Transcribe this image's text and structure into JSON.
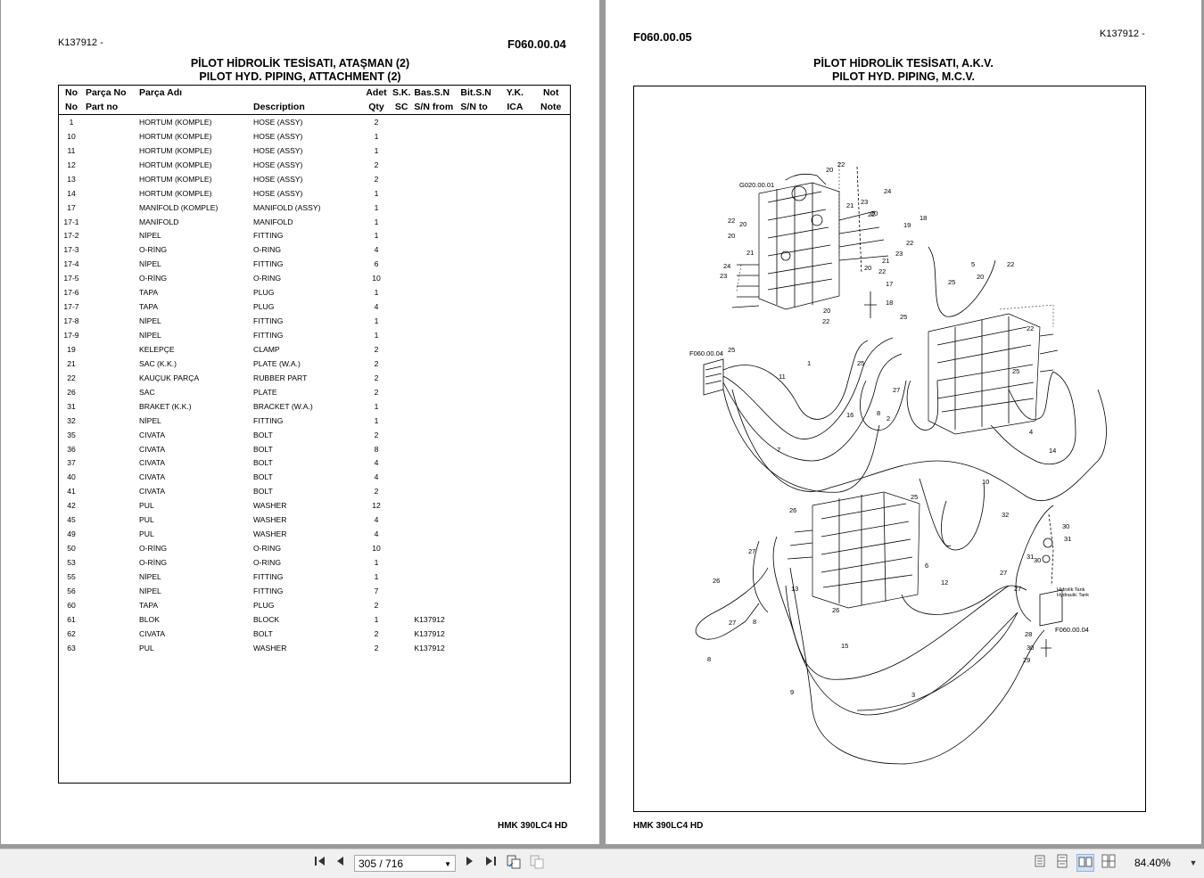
{
  "left_page": {
    "doc_ref": "K137912 -",
    "page_code": "F060.00.04",
    "title_tr": "PİLOT HİDROLİK TESİSATI, ATAŞMAN (2)",
    "title_en": "PILOT HYD. PIPING, ATTACHMENT (2)",
    "columns_tr": [
      "No",
      "Parça No",
      "Parça Adı",
      "",
      "Adet",
      "S.K.",
      "Bas.S.N",
      "Bit.S.N",
      "Y.K.",
      "Not"
    ],
    "columns_en": [
      "No",
      "Part no",
      "",
      "Description",
      "Qty",
      "SC",
      "S/N from",
      "S/N to",
      "ICA",
      "Note"
    ],
    "rows": [
      {
        "no": "1",
        "name": "HORTUM (KOMPLE)",
        "desc": "HOSE (ASSY)",
        "qty": "2",
        "from": ""
      },
      {
        "no": "10",
        "name": "HORTUM (KOMPLE)",
        "desc": "HOSE (ASSY)",
        "qty": "1",
        "from": ""
      },
      {
        "no": "11",
        "name": "HORTUM (KOMPLE)",
        "desc": "HOSE (ASSY)",
        "qty": "1",
        "from": ""
      },
      {
        "no": "12",
        "name": "HORTUM (KOMPLE)",
        "desc": "HOSE (ASSY)",
        "qty": "2",
        "from": ""
      },
      {
        "no": "13",
        "name": "HORTUM (KOMPLE)",
        "desc": "HOSE (ASSY)",
        "qty": "2",
        "from": ""
      },
      {
        "no": "14",
        "name": "HORTUM (KOMPLE)",
        "desc": "HOSE (ASSY)",
        "qty": "1",
        "from": ""
      },
      {
        "no": "17",
        "name": "MANİFOLD (KOMPLE)",
        "desc": "MANIFOLD (ASSY)",
        "qty": "1",
        "from": ""
      },
      {
        "no": "17-1",
        "name": "MANİFOLD",
        "desc": "MANIFOLD",
        "qty": "1",
        "from": ""
      },
      {
        "no": "17-2",
        "name": "NİPEL",
        "desc": "FITTING",
        "qty": "1",
        "from": ""
      },
      {
        "no": "17-3",
        "name": "O-RİNG",
        "desc": "O-RING",
        "qty": "4",
        "from": ""
      },
      {
        "no": "17-4",
        "name": "NİPEL",
        "desc": "FITTING",
        "qty": "6",
        "from": ""
      },
      {
        "no": "17-5",
        "name": "O-RİNG",
        "desc": "O-RING",
        "qty": "10",
        "from": ""
      },
      {
        "no": "17-6",
        "name": "TAPA",
        "desc": "PLUG",
        "qty": "1",
        "from": ""
      },
      {
        "no": "17-7",
        "name": "TAPA",
        "desc": "PLUG",
        "qty": "4",
        "from": ""
      },
      {
        "no": "17-8",
        "name": "NİPEL",
        "desc": "FITTING",
        "qty": "1",
        "from": ""
      },
      {
        "no": "17-9",
        "name": "NİPEL",
        "desc": "FITTING",
        "qty": "1",
        "from": ""
      },
      {
        "no": "19",
        "name": "KELEPÇE",
        "desc": "CLAMP",
        "qty": "2",
        "from": ""
      },
      {
        "no": "21",
        "name": "SAC (K.K.)",
        "desc": "PLATE (W.A.)",
        "qty": "2",
        "from": ""
      },
      {
        "no": "22",
        "name": "KAUÇUK PARÇA",
        "desc": "RUBBER PART",
        "qty": "2",
        "from": ""
      },
      {
        "no": "26",
        "name": "SAC",
        "desc": "PLATE",
        "qty": "2",
        "from": ""
      },
      {
        "no": "31",
        "name": "BRAKET (K.K.)",
        "desc": "BRACKET (W.A.)",
        "qty": "1",
        "from": ""
      },
      {
        "no": "32",
        "name": "NİPEL",
        "desc": "FITTING",
        "qty": "1",
        "from": ""
      },
      {
        "no": "35",
        "name": "CIVATA",
        "desc": "BOLT",
        "qty": "2",
        "from": ""
      },
      {
        "no": "36",
        "name": "CIVATA",
        "desc": "BOLT",
        "qty": "8",
        "from": ""
      },
      {
        "no": "37",
        "name": "CIVATA",
        "desc": "BOLT",
        "qty": "4",
        "from": ""
      },
      {
        "no": "40",
        "name": "CIVATA",
        "desc": "BOLT",
        "qty": "4",
        "from": ""
      },
      {
        "no": "41",
        "name": "CIVATA",
        "desc": "BOLT",
        "qty": "2",
        "from": ""
      },
      {
        "no": "42",
        "name": "PUL",
        "desc": "WASHER",
        "qty": "12",
        "from": ""
      },
      {
        "no": "45",
        "name": "PUL",
        "desc": "WASHER",
        "qty": "4",
        "from": ""
      },
      {
        "no": "49",
        "name": "PUL",
        "desc": "WASHER",
        "qty": "4",
        "from": ""
      },
      {
        "no": "50",
        "name": "O-RİNG",
        "desc": "O-RING",
        "qty": "10",
        "from": ""
      },
      {
        "no": "53",
        "name": "O-RİNG",
        "desc": "O-RING",
        "qty": "1",
        "from": ""
      },
      {
        "no": "55",
        "name": "NİPEL",
        "desc": "FITTING",
        "qty": "1",
        "from": ""
      },
      {
        "no": "56",
        "name": "NİPEL",
        "desc": "FITTING",
        "qty": "7",
        "from": ""
      },
      {
        "no": "60",
        "name": "TAPA",
        "desc": "PLUG",
        "qty": "2",
        "from": ""
      },
      {
        "no": "61",
        "name": "BLOK",
        "desc": "BLOCK",
        "qty": "1",
        "from": "K137912"
      },
      {
        "no": "62",
        "name": "CIVATA",
        "desc": "BOLT",
        "qty": "2",
        "from": "K137912"
      },
      {
        "no": "63",
        "name": "PUL",
        "desc": "WASHER",
        "qty": "2",
        "from": "K137912"
      }
    ],
    "footer": "HMK 390LC4 HD"
  },
  "right_page": {
    "page_code": "F060.00.05",
    "doc_ref": "K137912 -",
    "title_tr": "PİLOT HİDROLİK TESİSATI, A.K.V.",
    "title_en": "PILOT HYD. PIPING, M.C.V.",
    "footer": "HMK 390LC4 HD",
    "diagram_refs": {
      "ref_top": "G020.00.01",
      "ref_left": "F060.00.04",
      "ref_right": "F060.00.04",
      "tank_tr": "Hidrolik Tank",
      "tank_en": "Hydraulic Tank"
    }
  },
  "toolbar": {
    "page_indicator": "305 / 716",
    "zoom": "84.40%"
  }
}
